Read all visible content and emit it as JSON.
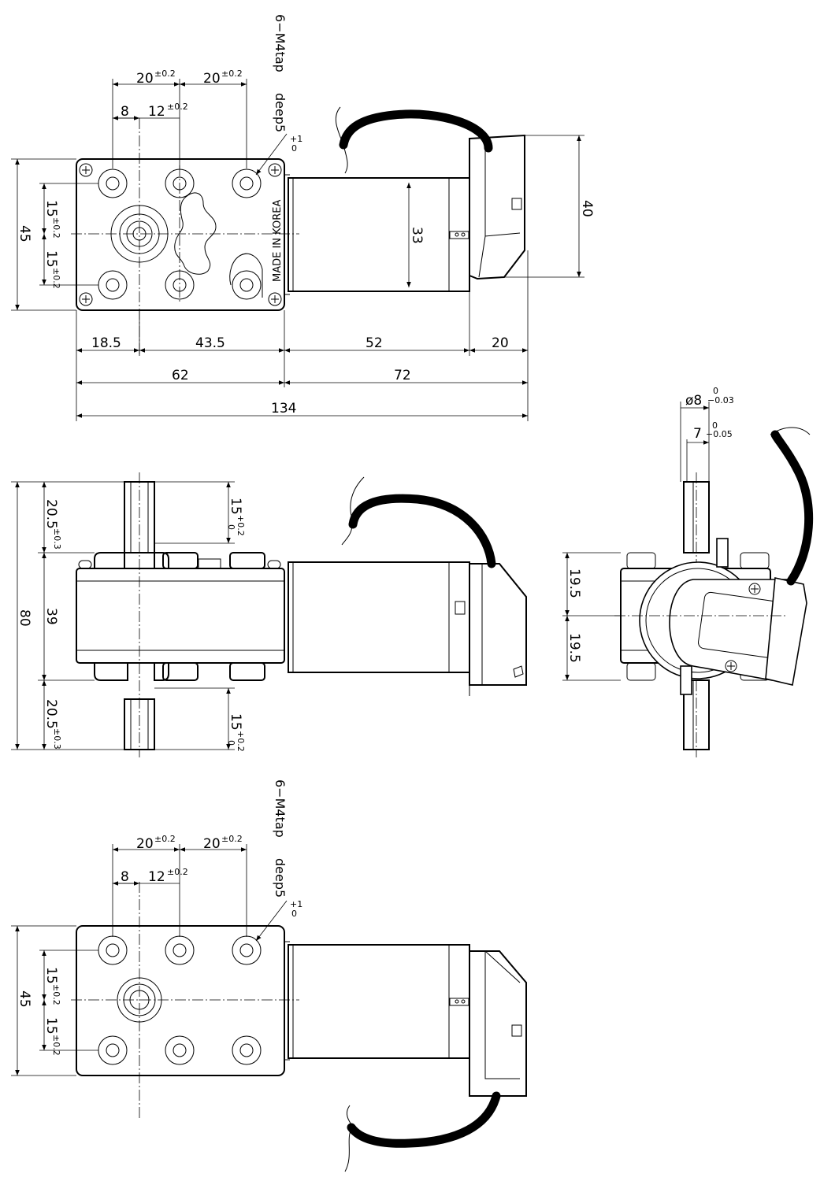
{
  "top_view": {
    "tap_note": "6−M4tap",
    "deep_note": "deep5",
    "deep_tol_upper": "+1",
    "deep_tol_lower": "0",
    "marking": "MADE IN KOREA",
    "dim_20_a": "20",
    "dim_20_b": "20",
    "tol_pm02": "±0.2",
    "dim_8": "8",
    "dim_12": "12",
    "dim_45": "45",
    "dim_15_a": "15",
    "dim_15_b": "15",
    "tol_pm02_small": "±0.2",
    "dim_33": "33",
    "dim_40": "40",
    "dim_18_5": "18.5",
    "dim_43_5": "43.5",
    "dim_52": "52",
    "dim_20_c": "20",
    "dim_62": "62",
    "dim_72": "72",
    "dim_134": "134"
  },
  "front_view": {
    "dim_80": "80",
    "dim_20_5_a": "20.5",
    "dim_20_5_b": "20.5",
    "tol_pm03": "±0.3",
    "dim_39": "39",
    "dim_15_a": "15",
    "dim_15_b": "15",
    "tol_plus02": "+0.2",
    "tol_zero": "0"
  },
  "side_view": {
    "dia_8": "ø8",
    "dim_7": "7",
    "tol_0": "0",
    "tol_003": "−0.03",
    "tol_005": "−0.05",
    "dim_19_5_a": "19.5",
    "dim_19_5_b": "19.5"
  },
  "bottom_view": {
    "tap_note": "6−M4tap",
    "deep_note": "deep5",
    "deep_tol_upper": "+1",
    "deep_tol_lower": "0",
    "dim_20_a": "20",
    "dim_20_b": "20",
    "tol_pm02": "±0.2",
    "dim_8": "8",
    "dim_12": "12",
    "dim_45": "45",
    "dim_15_a": "15",
    "dim_15_b": "15",
    "tol_pm02_small": "±0.2"
  }
}
